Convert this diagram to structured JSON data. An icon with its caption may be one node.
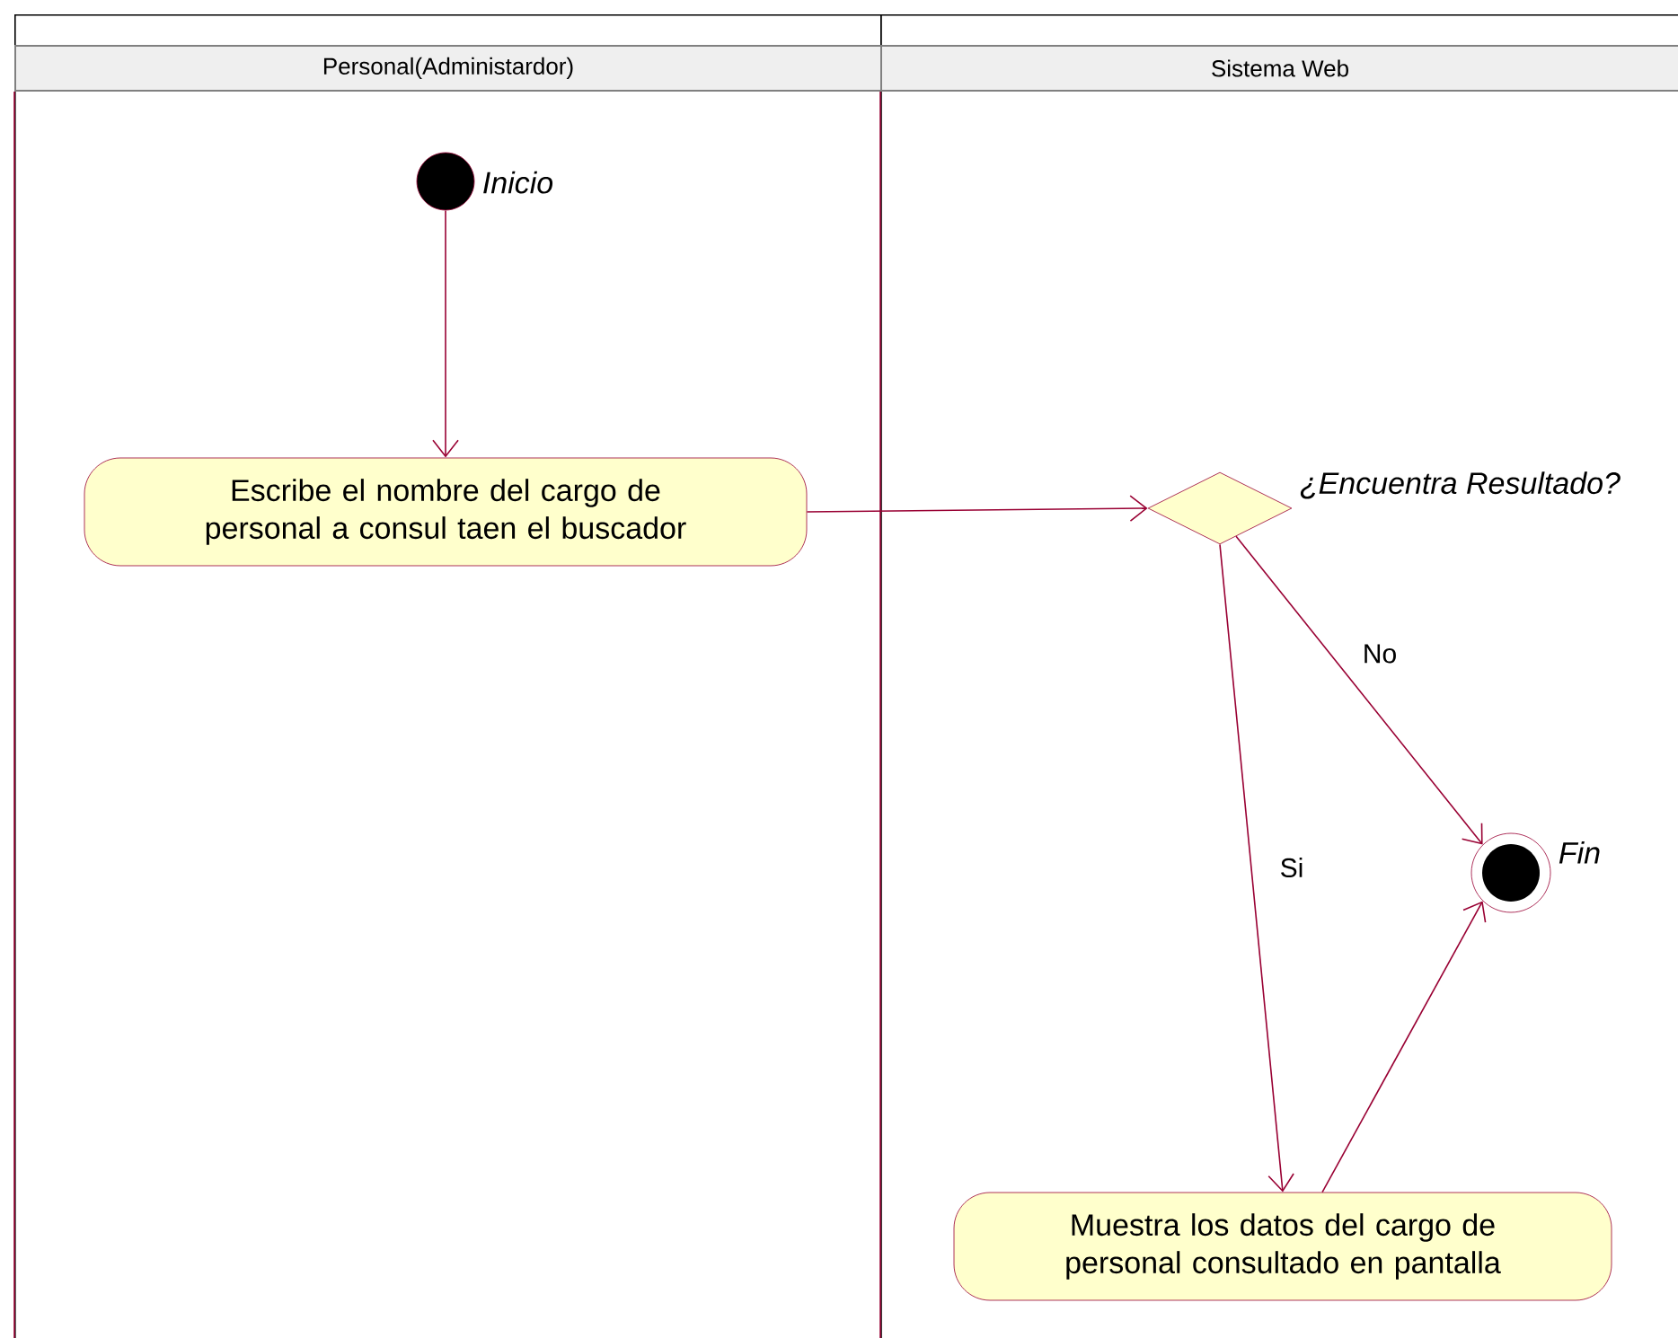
{
  "diagram": {
    "nodes": [
      {
        "text": [
          "Personal(Administardor)"
        ]
      },
      {
        "text": [
          "Sistema Web"
        ]
      },
      {
        "text": [],
        "shape": "circle",
        "beside": [
          "Inicio"
        ],
        "in": 0
      },
      {
        "text": [
          "Escribe el nombre del cargo de personal a consul taen el buscador"
        ],
        "in": 0
      },
      {
        "text": [],
        "shape": "diamond",
        "beside": [
          "¿Encuentra Resultado?"
        ],
        "in": 1
      },
      {
        "text": [],
        "shape": "circle",
        "beside": [
          "Fin"
        ],
        "in": 1
      },
      {
        "text": [
          "Muestra los datos del cargo de personal consultado en pantalla"
        ],
        "in": 1
      }
    ],
    "edges": [
      {
        "from": 2,
        "to": 3,
        "arrow": "to"
      },
      {
        "from": 3,
        "to": 4,
        "arrow": "to"
      },
      {
        "from": 4,
        "to": 6,
        "arrow": "to",
        "label": "Si"
      },
      {
        "from": 4,
        "to": 5,
        "arrow": "to",
        "label": "No"
      },
      {
        "from": 6,
        "to": 5,
        "arrow": "to"
      }
    ]
  }
}
